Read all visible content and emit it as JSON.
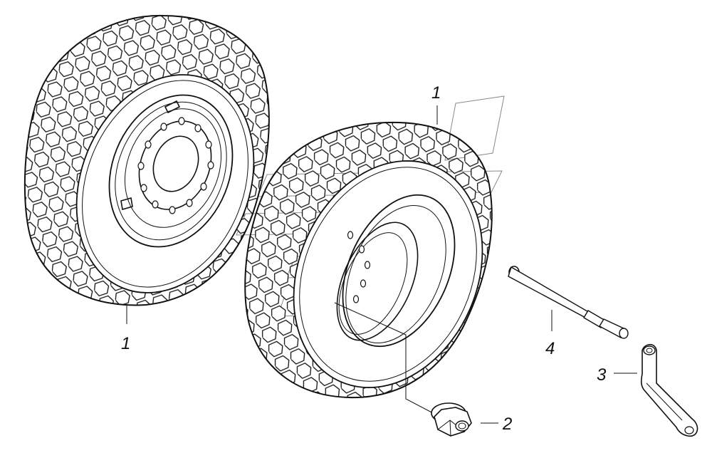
{
  "callouts": {
    "wheel_left": "1",
    "wheel_right": "1",
    "nut": "2",
    "bracket": "3",
    "rod": "4"
  },
  "colors": {
    "ink": "#111111",
    "background": "#ffffff",
    "watermark": "#8a8a8a"
  }
}
